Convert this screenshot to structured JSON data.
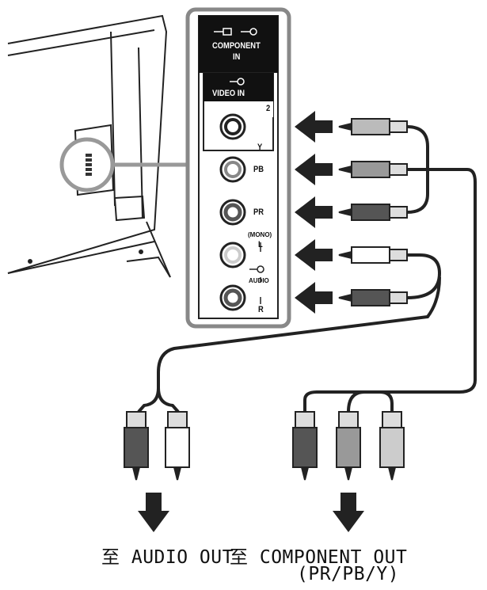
{
  "panel": {
    "component_in_label": "COMPONENT",
    "component_in_label2": "IN",
    "video_in_label": "VIDEO IN",
    "video_in_number": "2",
    "jack_labels": [
      "Y",
      "PB",
      "PR"
    ],
    "mono_label": "(MONO)",
    "audio_l_label": "L",
    "audio_label": "AUDIO",
    "audio_r_label": "R"
  },
  "captions": {
    "left": "至 AUDIO OUT",
    "right": "至 COMPONENT OUT",
    "right_sub": "(PR/PB/Y)"
  },
  "icons": [
    "component-in-icon",
    "video-in-icon",
    "audio-in-icon",
    "arrow-left-icon",
    "arrow-down-icon"
  ],
  "colors": {
    "line": "#222222",
    "panel_border": "#777777"
  }
}
